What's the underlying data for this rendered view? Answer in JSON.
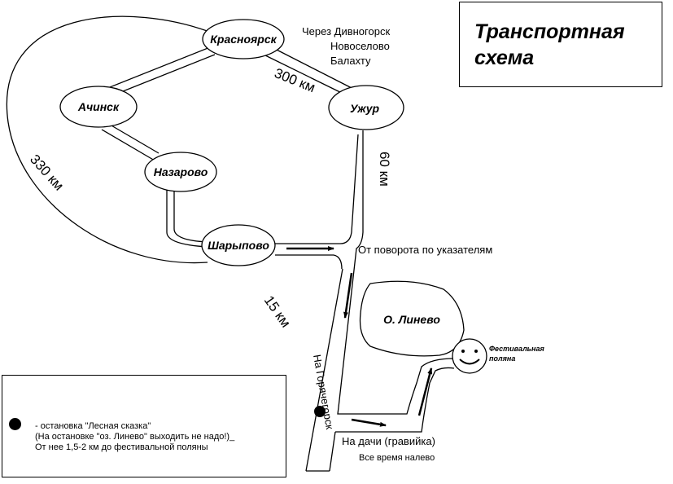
{
  "title": "Транспортная\nсхема",
  "cities": {
    "krasnoyarsk": "Красноярск",
    "achinsk": "Ачинск",
    "nazarovo": "Назарово",
    "sharypovo": "Шарыпово",
    "uzhur": "Ужур",
    "lake": "О. Линево"
  },
  "notes": {
    "via_line1": "Через Дивногорск",
    "via_line2": "Новоселово",
    "via_line3": "Балахту",
    "from_turn": "От поворота по указателям",
    "dacha": "На дачи (гравийка)",
    "always_left": "Все время налево",
    "to_goryachegorsk": "На Горячегорск",
    "festival_line1": "Фестивальная",
    "festival_line2": "поляна"
  },
  "distances": {
    "d300": "300 км",
    "d330": "330 км",
    "d60": "60 км",
    "d15": "15 км"
  },
  "legend": {
    "text": "- остановка \"Лесная сказка\"\n(На остановке \"оз. Линево\" выходить не надо!)_\nОт нее 1,5-2 км до фестивальной поляны"
  },
  "colors": {
    "ink": "#000000",
    "paper": "#ffffff"
  }
}
